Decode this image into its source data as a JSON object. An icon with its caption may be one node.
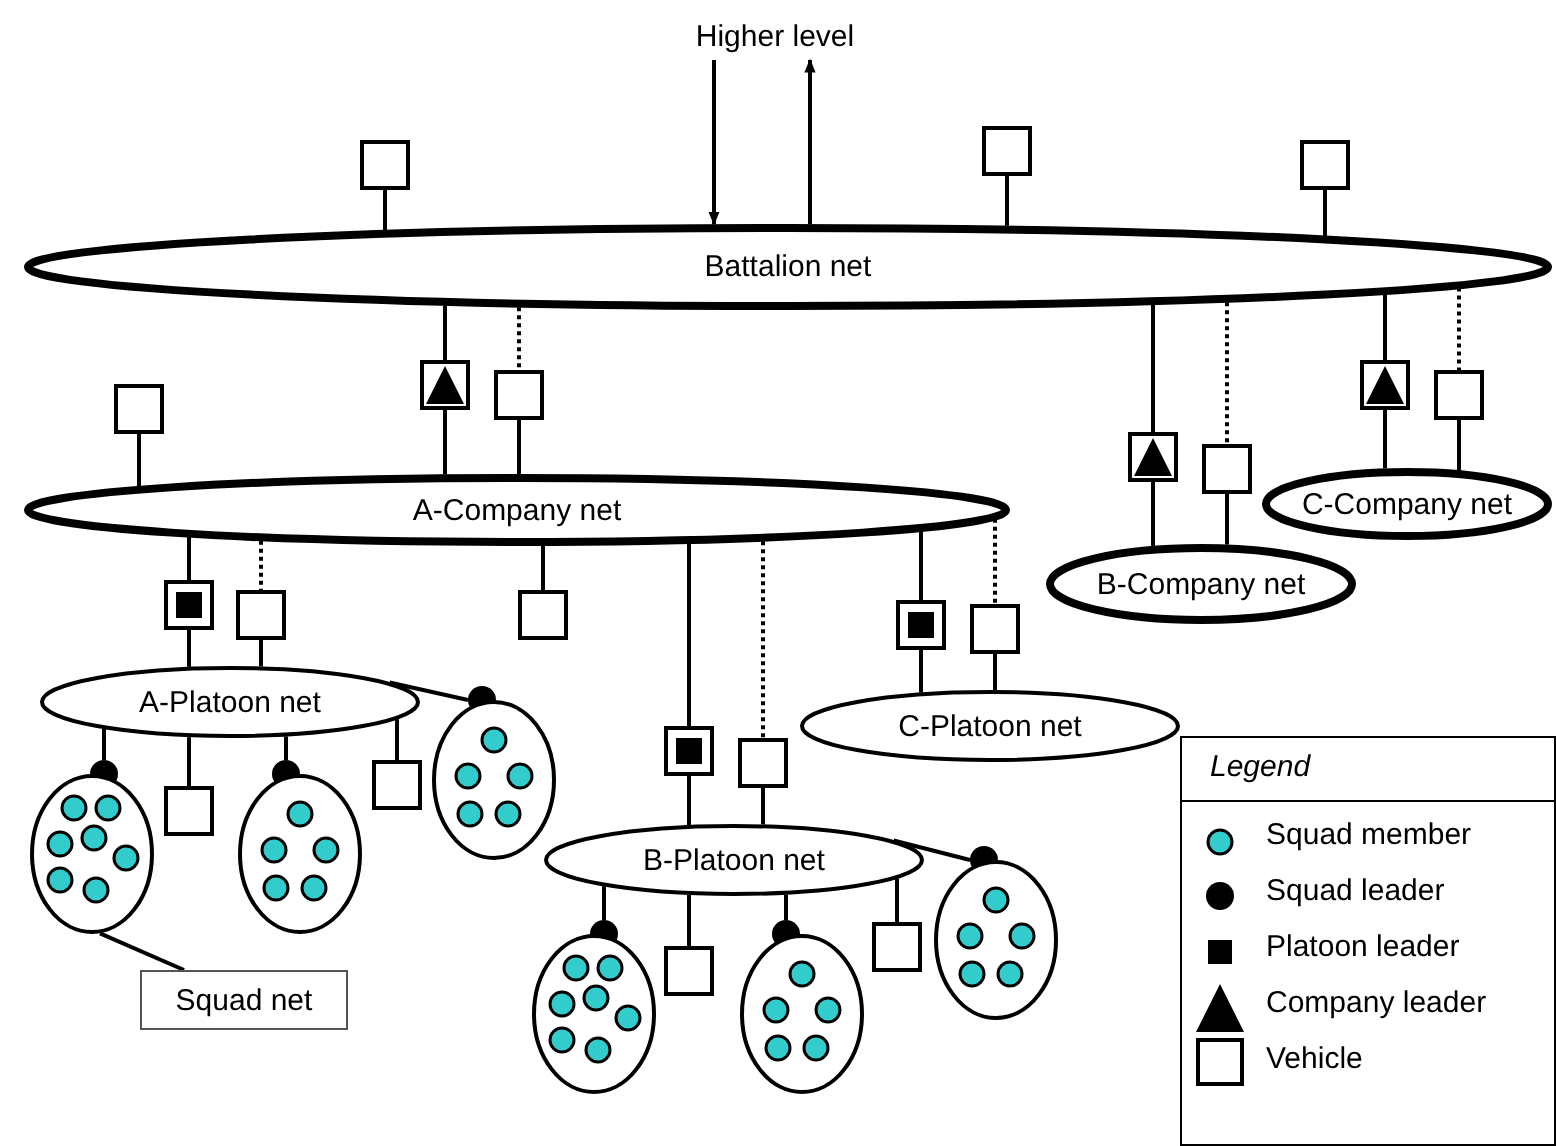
{
  "diagram": {
    "nodes": [
      {
        "text": [
          "Higher level"
        ]
      },
      {
        "text": [
          "Battalion net"
        ]
      },
      {
        "text": [],
        "shape": "box"
      },
      {
        "text": [],
        "shape": "box"
      },
      {
        "text": [],
        "shape": "box"
      },
      {
        "text": [],
        "shape": "box"
      },
      {
        "text": [],
        "shape": "box"
      },
      {
        "text": [],
        "shape": "box"
      },
      {
        "text": [],
        "shape": "box"
      },
      {
        "text": [],
        "shape": "box"
      },
      {
        "text": [],
        "shape": "box"
      },
      {
        "text": [
          "A-Company net"
        ]
      },
      {
        "text": [],
        "shape": "box"
      },
      {
        "text": [
          "B-Company net"
        ]
      },
      {
        "text": [
          "C-Company net"
        ]
      },
      {
        "text": [],
        "shape": "box"
      },
      {
        "text": [],
        "shape": "box"
      },
      {
        "text": [],
        "shape": "box"
      },
      {
        "text": [],
        "shape": "box"
      },
      {
        "text": [],
        "shape": "box"
      },
      {
        "text": [],
        "shape": "box"
      },
      {
        "text": [],
        "shape": "box"
      },
      {
        "text": [
          "A-Platoon net"
        ]
      },
      {
        "text": [
          "C-Platoon net"
        ]
      },
      {
        "text": [
          "B-Platoon net"
        ]
      },
      {
        "text": [],
        "shape": "circle"
      },
      {
        "text": [],
        "shape": "ellipse"
      },
      {
        "text": [],
        "shape": "box"
      },
      {
        "text": [],
        "shape": "circle"
      },
      {
        "text": [],
        "shape": "ellipse"
      },
      {
        "text": [],
        "shape": "box"
      },
      {
        "text": [],
        "shape": "circle"
      },
      {
        "text": [],
        "shape": "ellipse"
      },
      {
        "text": [
          "Squad net"
        ]
      },
      {
        "text": [],
        "shape": "circle"
      },
      {
        "text": [],
        "shape": "ellipse"
      },
      {
        "text": [],
        "shape": "box"
      },
      {
        "text": [],
        "shape": "circle"
      },
      {
        "text": [],
        "shape": "ellipse"
      },
      {
        "text": [],
        "shape": "box"
      },
      {
        "text": [],
        "shape": "circle"
      },
      {
        "text": [],
        "shape": "ellipse"
      }
    ],
    "edges": [
      {
        "from": 0,
        "to": 1,
        "arrow": "to"
      },
      {
        "from": 1,
        "to": 0,
        "arrow": "to"
      },
      {
        "from": 2,
        "to": 1,
        "arrow": "none"
      },
      {
        "from": 3,
        "to": 1,
        "arrow": "none"
      },
      {
        "from": 4,
        "to": 1,
        "arrow": "none"
      },
      {
        "from": 1,
        "to": 5,
        "arrow": "none"
      },
      {
        "from": 5,
        "to": 11,
        "arrow": "none"
      },
      {
        "from": 1,
        "to": 6,
        "arrow": "none",
        "style": "dashed"
      },
      {
        "from": 6,
        "to": 11,
        "arrow": "none"
      },
      {
        "from": 1,
        "to": 7,
        "arrow": "none"
      },
      {
        "from": 7,
        "to": 13,
        "arrow": "none"
      },
      {
        "from": 1,
        "to": 8,
        "arrow": "none",
        "style": "dashed"
      },
      {
        "from": 8,
        "to": 13,
        "arrow": "none"
      },
      {
        "from": 1,
        "to": 9,
        "arrow": "none"
      },
      {
        "from": 9,
        "to": 14,
        "arrow": "none"
      },
      {
        "from": 1,
        "to": 10,
        "arrow": "none",
        "style": "dashed"
      },
      {
        "from": 10,
        "to": 14,
        "arrow": "none"
      },
      {
        "from": 12,
        "to": 11,
        "arrow": "none"
      },
      {
        "from": 11,
        "to": 15,
        "arrow": "none"
      },
      {
        "from": 15,
        "to": 22,
        "arrow": "none"
      },
      {
        "from": 11,
        "to": 16,
        "arrow": "none",
        "style": "dashed"
      },
      {
        "from": 16,
        "to": 22,
        "arrow": "none"
      },
      {
        "from": 11,
        "to": 17,
        "arrow": "none"
      },
      {
        "from": 11,
        "to": 20,
        "arrow": "none"
      },
      {
        "from": 20,
        "to": 24,
        "arrow": "none"
      },
      {
        "from": 11,
        "to": 21,
        "arrow": "none",
        "style": "dashed"
      },
      {
        "from": 21,
        "to": 24,
        "arrow": "none"
      },
      {
        "from": 11,
        "to": 18,
        "arrow": "none"
      },
      {
        "from": 18,
        "to": 23,
        "arrow": "none"
      },
      {
        "from": 11,
        "to": 19,
        "arrow": "none",
        "style": "dashed"
      },
      {
        "from": 19,
        "to": 23,
        "arrow": "none"
      },
      {
        "from": 22,
        "to": 25,
        "arrow": "none"
      },
      {
        "from": 22,
        "to": 27,
        "arrow": "none"
      },
      {
        "from": 22,
        "to": 28,
        "arrow": "none"
      },
      {
        "from": 22,
        "to": 30,
        "arrow": "none"
      },
      {
        "from": 22,
        "to": 31,
        "arrow": "none"
      },
      {
        "from": 33,
        "to": 26,
        "arrow": "none"
      },
      {
        "from": 24,
        "to": 34,
        "arrow": "none"
      },
      {
        "from": 24,
        "to": 36,
        "arrow": "none"
      },
      {
        "from": 24,
        "to": 37,
        "arrow": "none"
      },
      {
        "from": 24,
        "to": 39,
        "arrow": "none"
      },
      {
        "from": 24,
        "to": 40,
        "arrow": "none"
      }
    ],
    "labels": [
      "Legend"
    ],
    "legend": [
      {
        "text": "Squad member",
        "color": "#33cccc"
      },
      {
        "text": "Squad leader",
        "color": "#000000"
      },
      {
        "text": "Platoon leader",
        "color": "#000000"
      },
      {
        "text": "Company leader"
      },
      {
        "text": "Vehicle"
      }
    ]
  }
}
